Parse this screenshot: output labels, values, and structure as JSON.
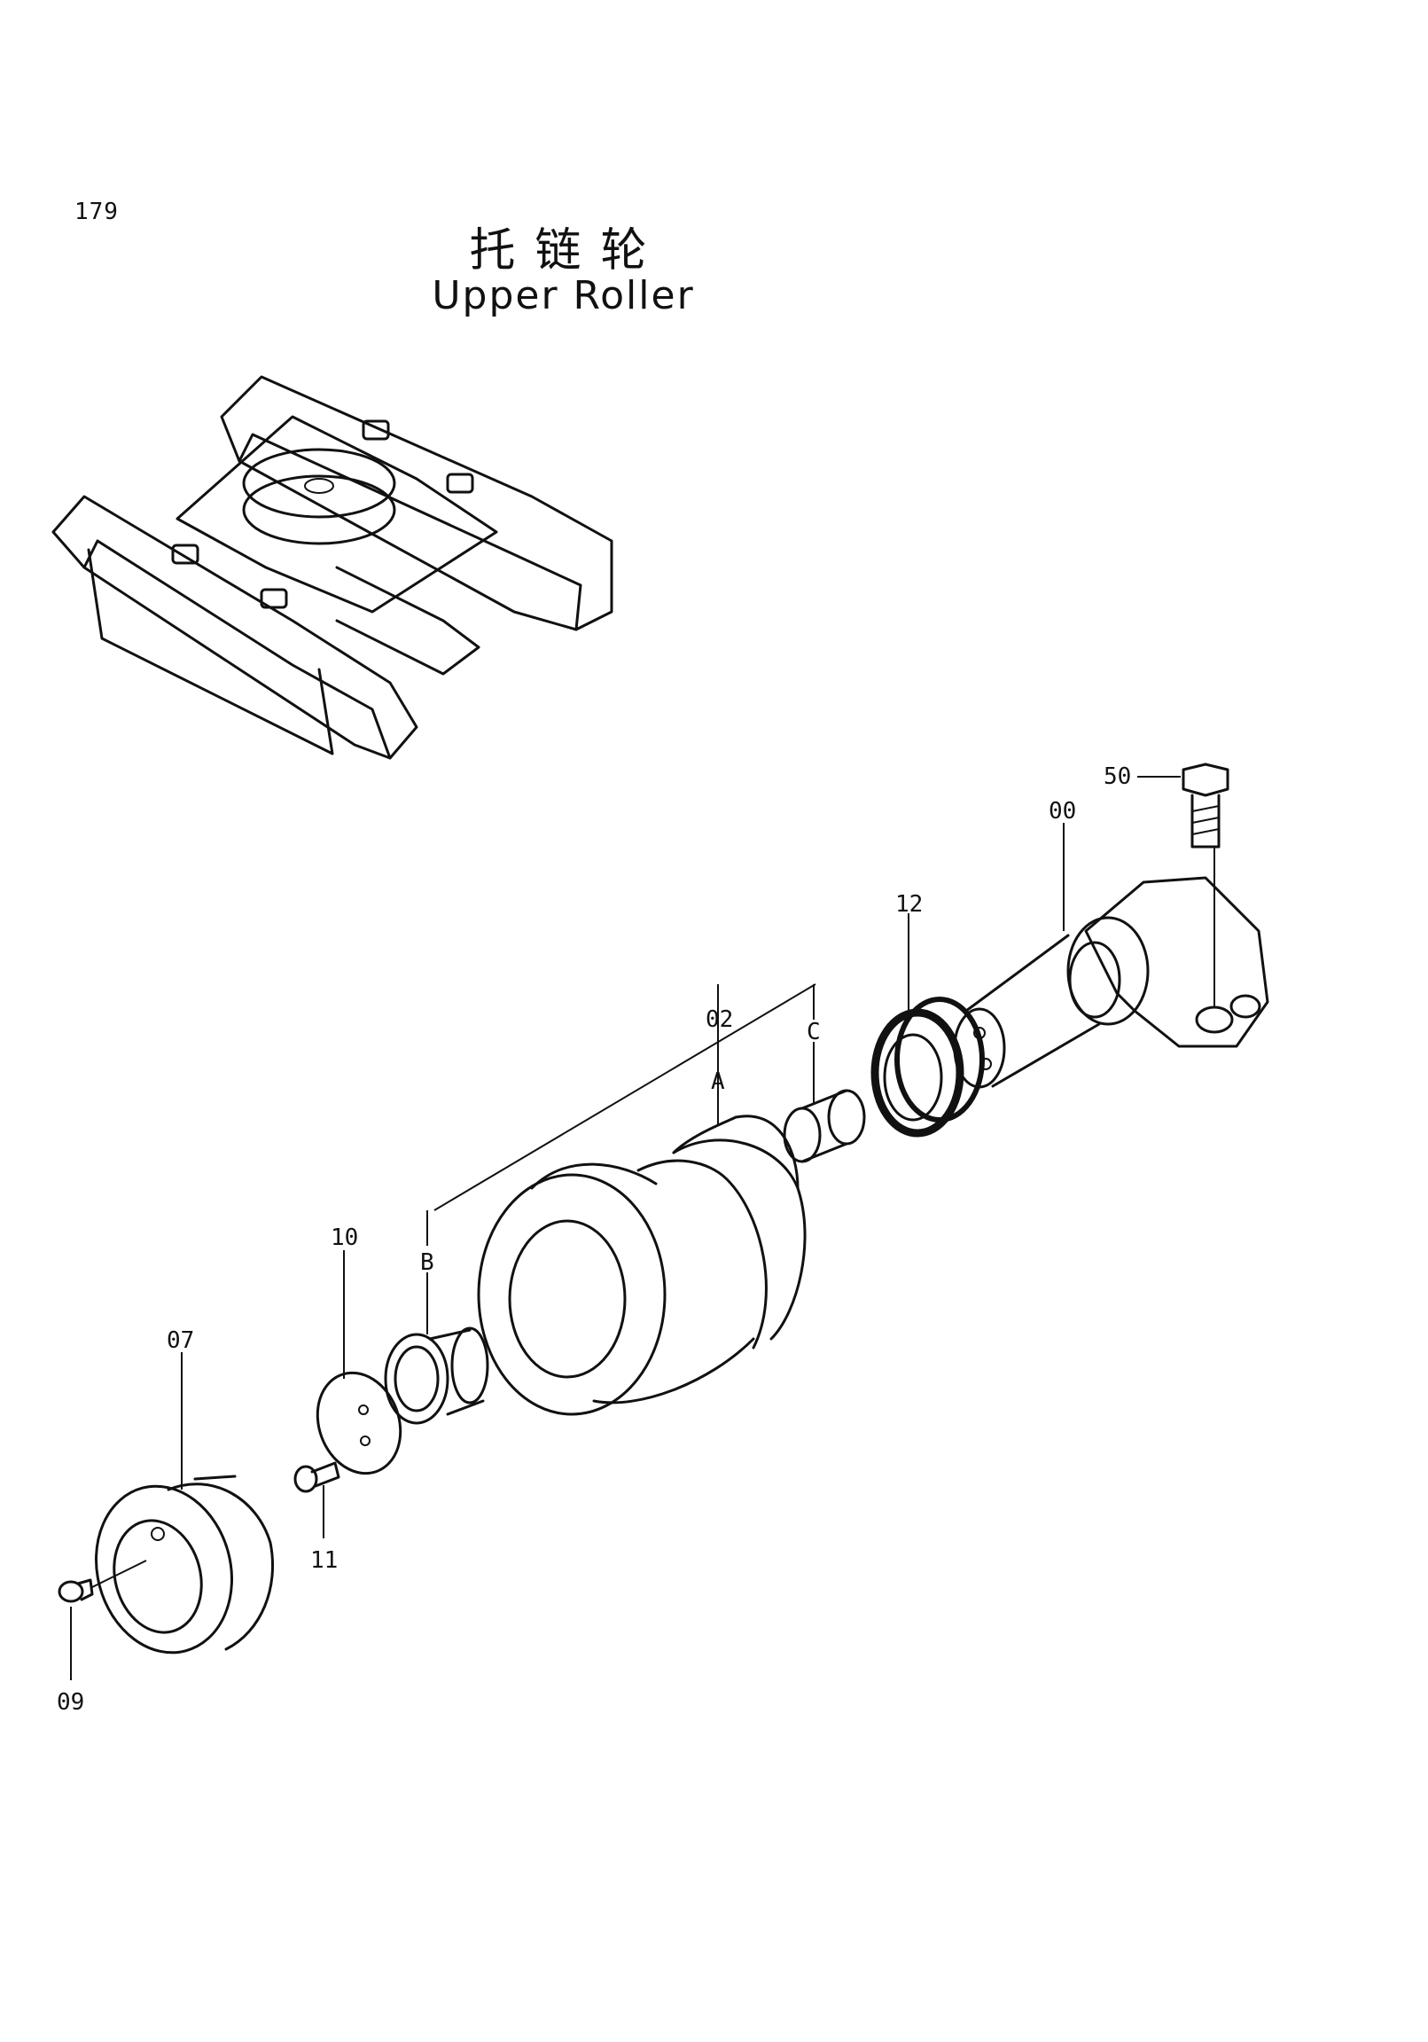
{
  "page_number": "179",
  "title_cn": "托链轮",
  "title_en": "Upper Roller",
  "callouts": {
    "p50": "50",
    "p00": "00",
    "p12": "12",
    "p02": "02",
    "pA": "A",
    "pC": "C",
    "pB": "B",
    "p10": "10",
    "p07": "07",
    "p11": "11",
    "p09": "09"
  }
}
